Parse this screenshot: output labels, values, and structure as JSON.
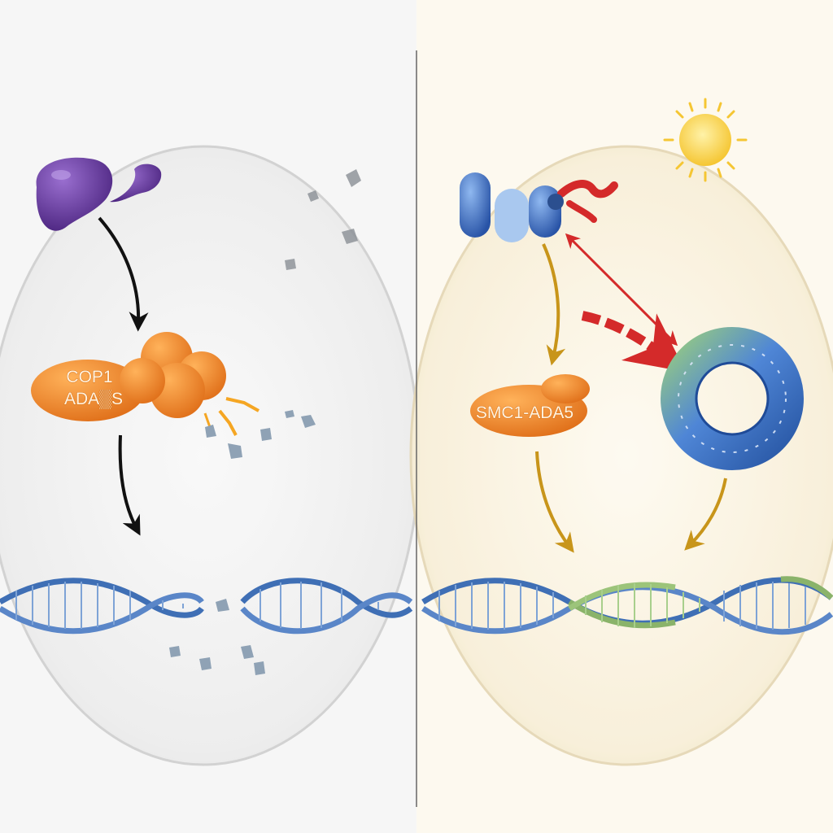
{
  "left_panel": {
    "complex_label_line1": "COP1",
    "complex_label_line2": "ADA▒S"
  },
  "right_panel": {
    "complex_label": "SMC1-ADA5"
  },
  "colors": {
    "left_background": "#f3f3f3",
    "right_background": "#fcf7ea",
    "divider": "#666666",
    "purple_protein": "#6b3fa0",
    "orange_complex": "#f08a24",
    "blue_protein": "#3a6fc4",
    "red_arrow": "#d42a2a",
    "gold_arrow": "#c8951a",
    "black_arrow": "#111111",
    "dna_blue": "#3f6fb5",
    "dna_green": "#8ab36a",
    "sun": "#f7d44a"
  }
}
